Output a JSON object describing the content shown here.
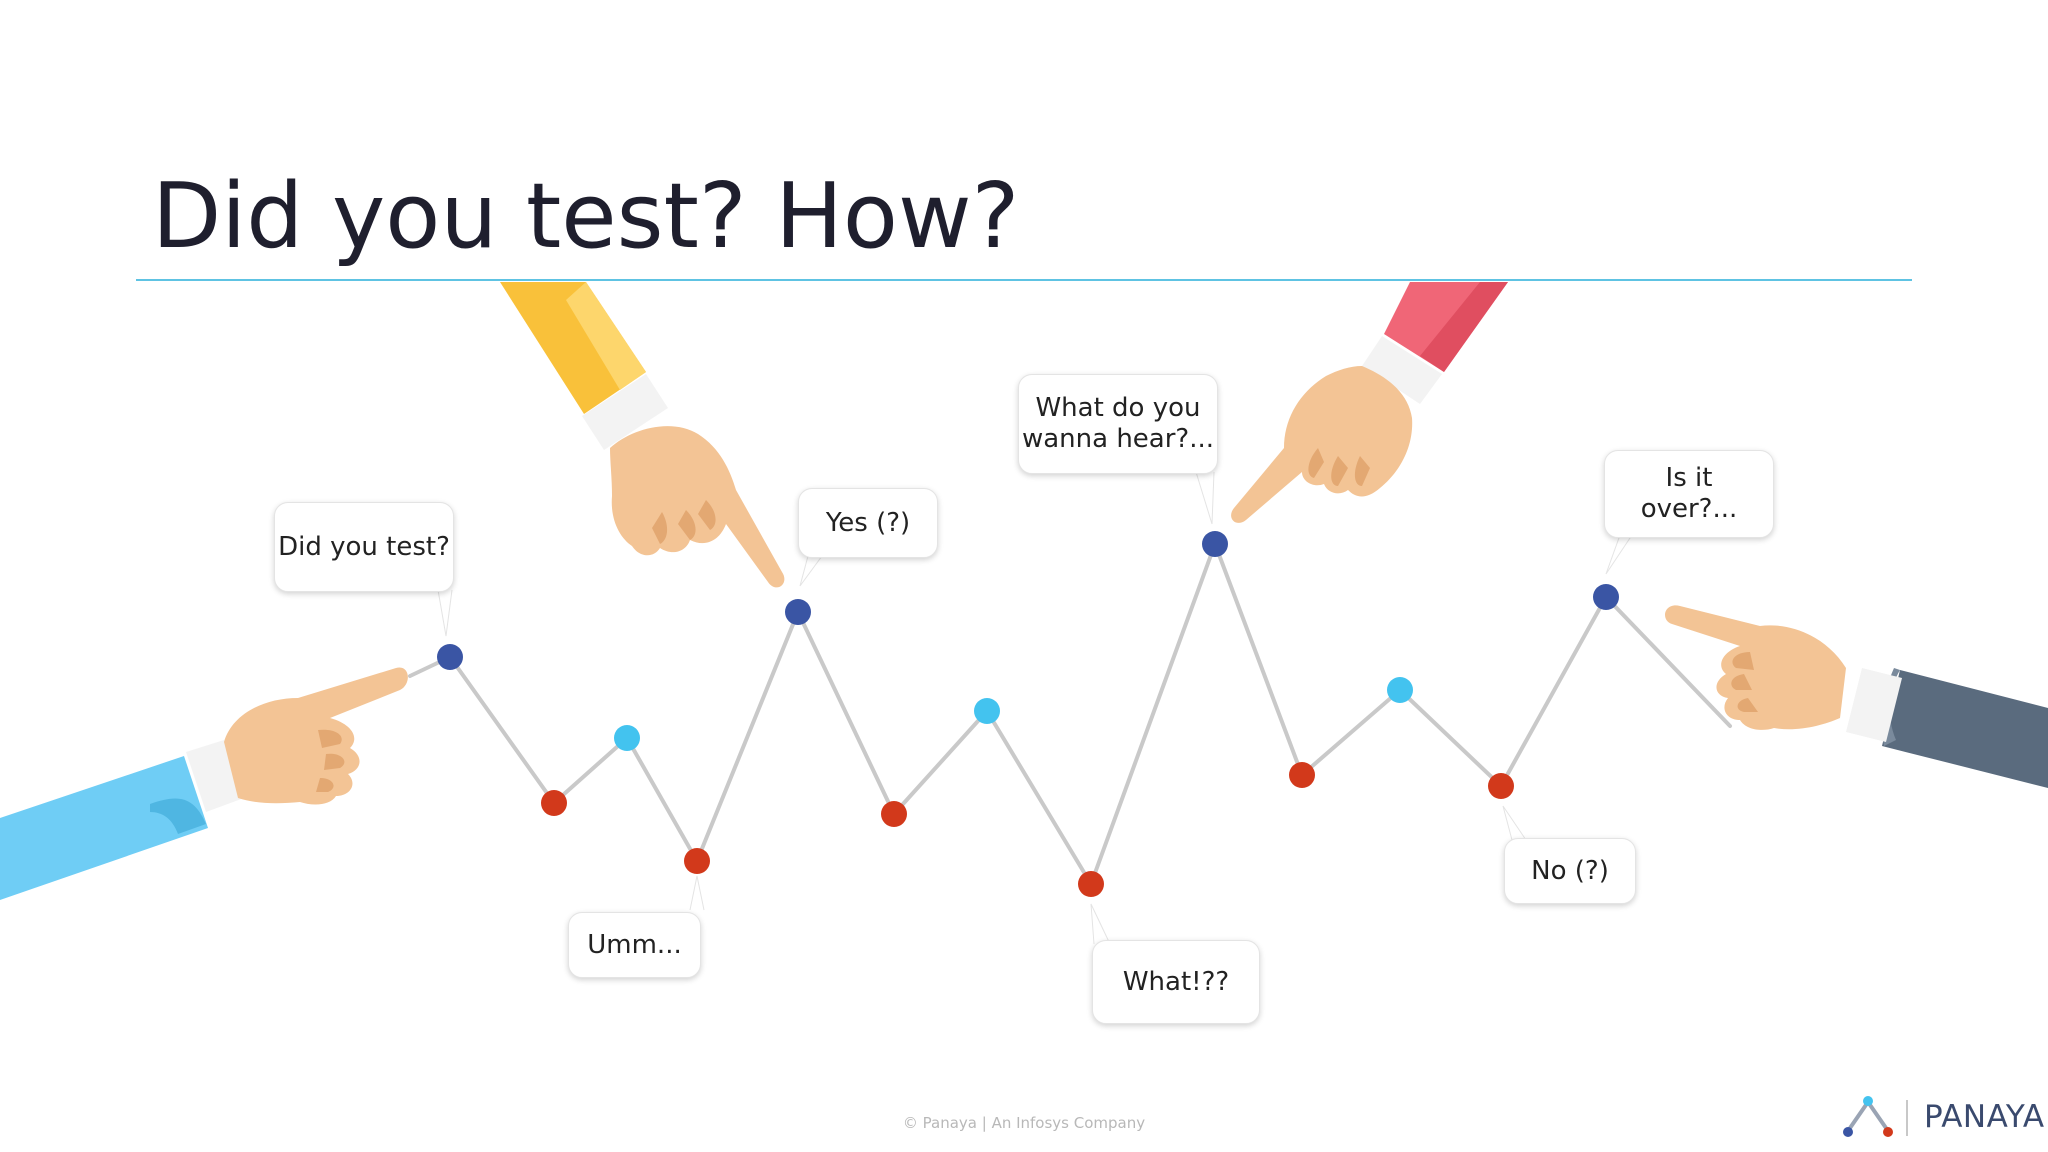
{
  "slide": {
    "title": "Did you test? How?",
    "footer": "© Panaya  |  An Infosys Company",
    "brand": "PANAYA"
  },
  "bubbles": [
    {
      "id": "did-you-test",
      "text": "Did you test?"
    },
    {
      "id": "umm",
      "text": "Umm..."
    },
    {
      "id": "yes",
      "text": "Yes (?)"
    },
    {
      "id": "what-do-you-wanna-hear",
      "text": "What do you\nwanna hear?..."
    },
    {
      "id": "what",
      "text": "What!??"
    },
    {
      "id": "no",
      "text": "No (?)"
    },
    {
      "id": "is-it-over",
      "text": "Is it\nover?..."
    }
  ],
  "colors": {
    "title_rule": "#5ec3e3",
    "line": "#c9c9c9",
    "node_blue": "#3a55a4",
    "node_red": "#d2391b",
    "node_cyan": "#43c3ef",
    "sleeve_blue": "#6fcdf5",
    "sleeve_yellow": "#f9c13a",
    "sleeve_pink": "#f06677",
    "sleeve_slate": "#5a6b7e",
    "skin": "#f3c495"
  },
  "icons": [
    "pointing-hand-left-icon",
    "pointing-hand-top-icon",
    "pointing-hand-right-icon",
    "panaya-logo-icon"
  ]
}
